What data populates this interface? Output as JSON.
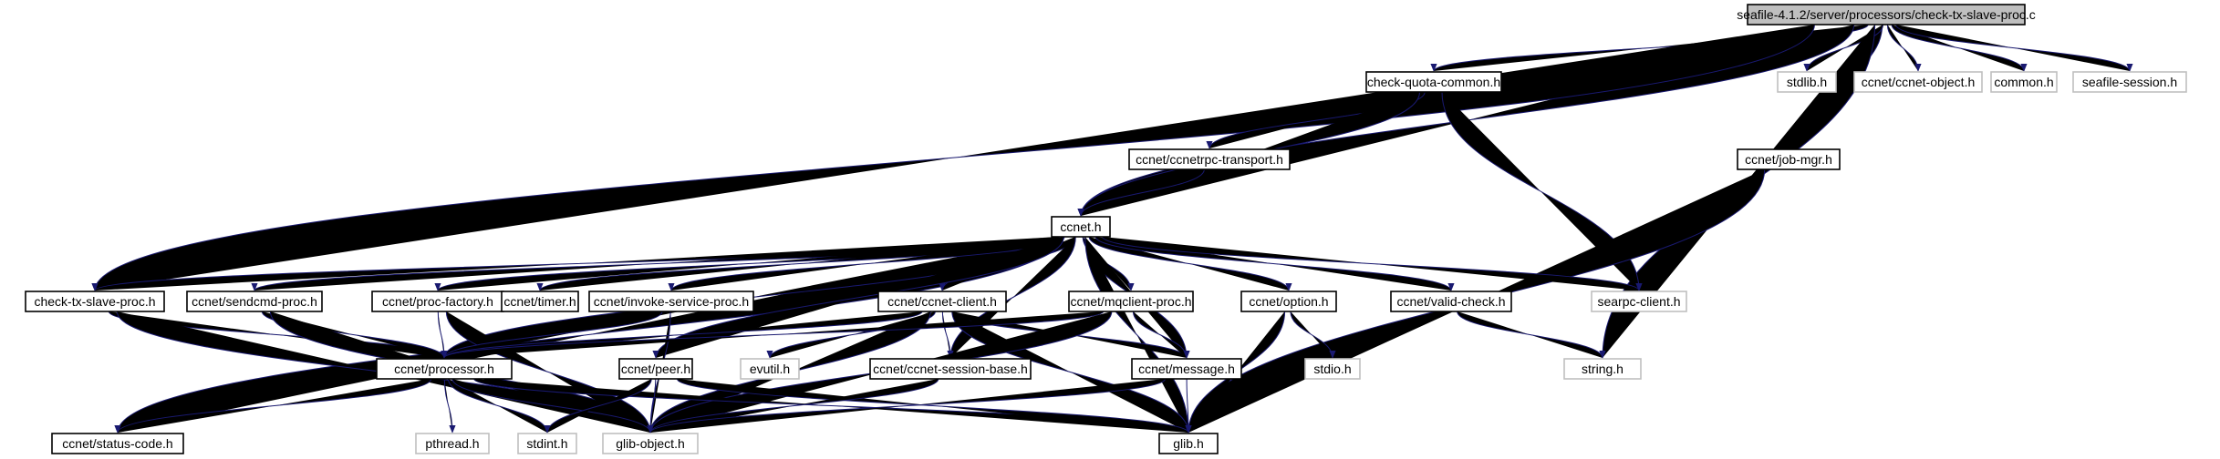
{
  "graph": {
    "root": "root",
    "colors": {
      "edge": "#191970",
      "node_border": "#000000",
      "external_border": "#bfbfbf",
      "root_fill": "#bfbfbf",
      "text": "#000000",
      "external_text": "#000000"
    },
    "nodes": [
      {
        "id": "root",
        "label": "seafile-4.1.2/server/processors/check-tx-slave-proc.c",
        "kind": "root"
      },
      {
        "id": "cqc",
        "label": "check-quota-common.h",
        "kind": "file"
      },
      {
        "id": "stdlib",
        "label": "stdlib.h",
        "kind": "external"
      },
      {
        "id": "ccobj",
        "label": "ccnet/ccnet-object.h",
        "kind": "external"
      },
      {
        "id": "common",
        "label": "common.h",
        "kind": "external"
      },
      {
        "id": "sfsess",
        "label": "seafile-session.h",
        "kind": "external"
      },
      {
        "id": "rpct",
        "label": "ccnet/ccnetrpc-transport.h",
        "kind": "file"
      },
      {
        "id": "jobmgr",
        "label": "ccnet/job-mgr.h",
        "kind": "file"
      },
      {
        "id": "ccnet",
        "label": "ccnet.h",
        "kind": "file"
      },
      {
        "id": "ctsp",
        "label": "check-tx-slave-proc.h",
        "kind": "file"
      },
      {
        "id": "sendcmd",
        "label": "ccnet/sendcmd-proc.h",
        "kind": "file"
      },
      {
        "id": "pfact",
        "label": "ccnet/proc-factory.h",
        "kind": "file"
      },
      {
        "id": "timer",
        "label": "ccnet/timer.h",
        "kind": "file"
      },
      {
        "id": "invoke",
        "label": "ccnet/invoke-service-proc.h",
        "kind": "file"
      },
      {
        "id": "client",
        "label": "ccnet/ccnet-client.h",
        "kind": "file"
      },
      {
        "id": "mqc",
        "label": "ccnet/mqclient-proc.h",
        "kind": "file"
      },
      {
        "id": "option",
        "label": "ccnet/option.h",
        "kind": "file"
      },
      {
        "id": "valid",
        "label": "ccnet/valid-check.h",
        "kind": "file"
      },
      {
        "id": "searpc",
        "label": "searpc-client.h",
        "kind": "external"
      },
      {
        "id": "proc",
        "label": "ccnet/processor.h",
        "kind": "file"
      },
      {
        "id": "peer",
        "label": "ccnet/peer.h",
        "kind": "file"
      },
      {
        "id": "evutil",
        "label": "evutil.h",
        "kind": "external"
      },
      {
        "id": "sessbase",
        "label": "ccnet/ccnet-session-base.h",
        "kind": "file"
      },
      {
        "id": "msg",
        "label": "ccnet/message.h",
        "kind": "file"
      },
      {
        "id": "stdio",
        "label": "stdio.h",
        "kind": "external"
      },
      {
        "id": "string",
        "label": "string.h",
        "kind": "external"
      },
      {
        "id": "status",
        "label": "ccnet/status-code.h",
        "kind": "file"
      },
      {
        "id": "pthread",
        "label": "pthread.h",
        "kind": "external"
      },
      {
        "id": "stdint",
        "label": "stdint.h",
        "kind": "external"
      },
      {
        "id": "gobject",
        "label": "glib-object.h",
        "kind": "external"
      },
      {
        "id": "glib",
        "label": "glib.h",
        "kind": "file"
      }
    ],
    "edges": [
      [
        "root",
        "cqc"
      ],
      [
        "root",
        "ccnet"
      ],
      [
        "root",
        "ctsp"
      ],
      [
        "root",
        "jobmgr"
      ],
      [
        "root",
        "stdlib"
      ],
      [
        "root",
        "ccobj"
      ],
      [
        "root",
        "common"
      ],
      [
        "root",
        "sfsess"
      ],
      [
        "root",
        "string"
      ],
      [
        "cqc",
        "rpct"
      ],
      [
        "cqc",
        "ccnet"
      ],
      [
        "cqc",
        "searpc"
      ],
      [
        "rpct",
        "ccnet"
      ],
      [
        "jobmgr",
        "glib"
      ],
      [
        "ccnet",
        "status"
      ],
      [
        "ccnet",
        "ctsp"
      ],
      [
        "ccnet",
        "sendcmd"
      ],
      [
        "ccnet",
        "proc"
      ],
      [
        "ccnet",
        "pfact"
      ],
      [
        "ccnet",
        "timer"
      ],
      [
        "ccnet",
        "invoke"
      ],
      [
        "ccnet",
        "client"
      ],
      [
        "ccnet",
        "mqc"
      ],
      [
        "ccnet",
        "option"
      ],
      [
        "ccnet",
        "valid"
      ],
      [
        "ccnet",
        "searpc"
      ],
      [
        "ccnet",
        "peer"
      ],
      [
        "ccnet",
        "sessbase"
      ],
      [
        "ccnet",
        "msg"
      ],
      [
        "ccnet",
        "glib"
      ],
      [
        "ctsp",
        "proc"
      ],
      [
        "ctsp",
        "gobject"
      ],
      [
        "sendcmd",
        "proc"
      ],
      [
        "sendcmd",
        "gobject"
      ],
      [
        "pfact",
        "proc"
      ],
      [
        "pfact",
        "gobject"
      ],
      [
        "invoke",
        "proc"
      ],
      [
        "invoke",
        "gobject"
      ],
      [
        "client",
        "proc"
      ],
      [
        "client",
        "evutil"
      ],
      [
        "client",
        "sessbase"
      ],
      [
        "client",
        "msg"
      ],
      [
        "client",
        "gobject"
      ],
      [
        "client",
        "glib"
      ],
      [
        "mqc",
        "proc"
      ],
      [
        "mqc",
        "msg"
      ],
      [
        "mqc",
        "gobject"
      ],
      [
        "option",
        "stdio"
      ],
      [
        "option",
        "glib"
      ],
      [
        "valid",
        "string"
      ],
      [
        "proc",
        "status"
      ],
      [
        "proc",
        "pthread"
      ],
      [
        "proc",
        "stdint"
      ],
      [
        "proc",
        "gobject"
      ],
      [
        "proc",
        "glib"
      ],
      [
        "peer",
        "stdint"
      ],
      [
        "peer",
        "gobject"
      ],
      [
        "peer",
        "glib"
      ],
      [
        "sessbase",
        "gobject"
      ],
      [
        "msg",
        "gobject"
      ],
      [
        "msg",
        "glib"
      ]
    ]
  }
}
